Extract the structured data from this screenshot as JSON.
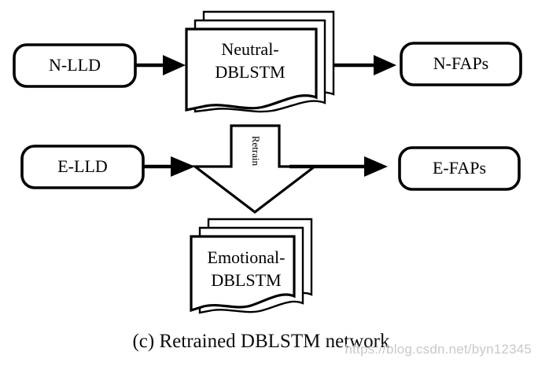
{
  "figure": {
    "caption": "(c) Retrained DBLSTM network",
    "watermark": "https://blog.csdn.net/byn12345",
    "colors": {
      "stroke": "#000000",
      "fill": "#ffffff",
      "background": "#ffffff",
      "caption": "#0d0d0d",
      "watermark": "#c9c9c9"
    }
  },
  "nodes": {
    "n_lld": {
      "label": "N-LLD",
      "shape": "rounded-rectangle"
    },
    "e_lld": {
      "label": "E-LLD",
      "shape": "rounded-rectangle"
    },
    "n_faps": {
      "label": "N-FAPs",
      "shape": "rounded-rectangle"
    },
    "e_faps": {
      "label": "E-FAPs",
      "shape": "rounded-rectangle"
    },
    "neutral_dblstm": {
      "label_line1": "Neutral-",
      "label_line2": "DBLSTM",
      "shape": "stacked-document",
      "stack_count": 3
    },
    "emotional_dblstm": {
      "label_line1": "Emotional-",
      "label_line2": "DBLSTM",
      "shape": "stacked-document",
      "stack_count": 3
    },
    "retrain_arrow": {
      "label": "Retrain",
      "shape": "down-arrow"
    }
  },
  "edges": [
    {
      "id": "e1",
      "from": "N-LLD",
      "to": "Neutral-DBLSTM",
      "style": "solid-arrow"
    },
    {
      "id": "e2",
      "from": "Neutral-DBLSTM",
      "to": "N-FAPs",
      "style": "solid-arrow"
    },
    {
      "id": "e3",
      "from": "E-LLD",
      "to": "Retrain",
      "style": "solid-arrow"
    },
    {
      "id": "e4",
      "from": "Retrain",
      "to": "E-FAPs",
      "style": "solid-arrow"
    },
    {
      "id": "e5",
      "from": "Retrain",
      "to": "Emotional-DBLSTM",
      "style": "arrow-body"
    }
  ]
}
